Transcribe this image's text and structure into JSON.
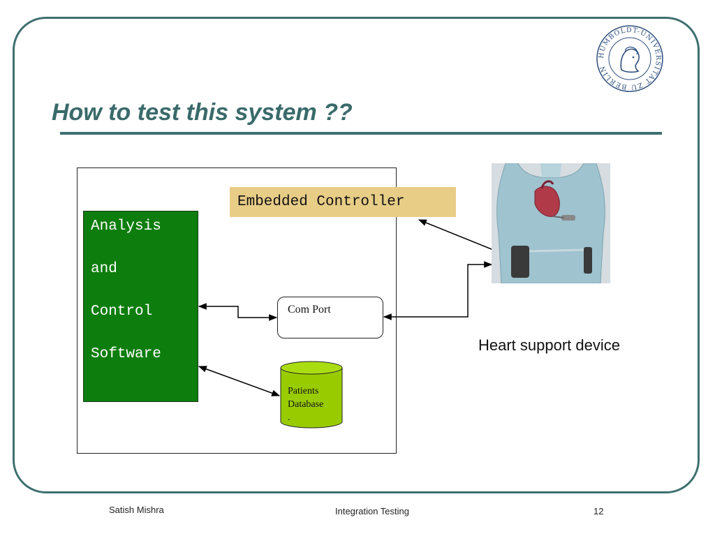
{
  "slide": {
    "title": "How to test this system ??",
    "seal_text": "HUMBOLDT-UNIVERSITÄT ZU BERLIN"
  },
  "diagram": {
    "embedded_controller": "Embedded Controller",
    "software_lines": [
      "Analysis",
      "and",
      "Control",
      "Software"
    ],
    "com_port": "Com Port",
    "database_lines": [
      "Patients",
      "Database",
      "."
    ],
    "device_caption": "Heart support device"
  },
  "footer": {
    "author": "Satish Mishra",
    "topic": "Integration Testing",
    "page": "12"
  },
  "colors": {
    "frame": "#3f6f6f",
    "title": "#3a6a6a",
    "controller_fill": "#e8cd87",
    "software_fill": "#0d7d0d",
    "database_fill": "#99cc00"
  }
}
